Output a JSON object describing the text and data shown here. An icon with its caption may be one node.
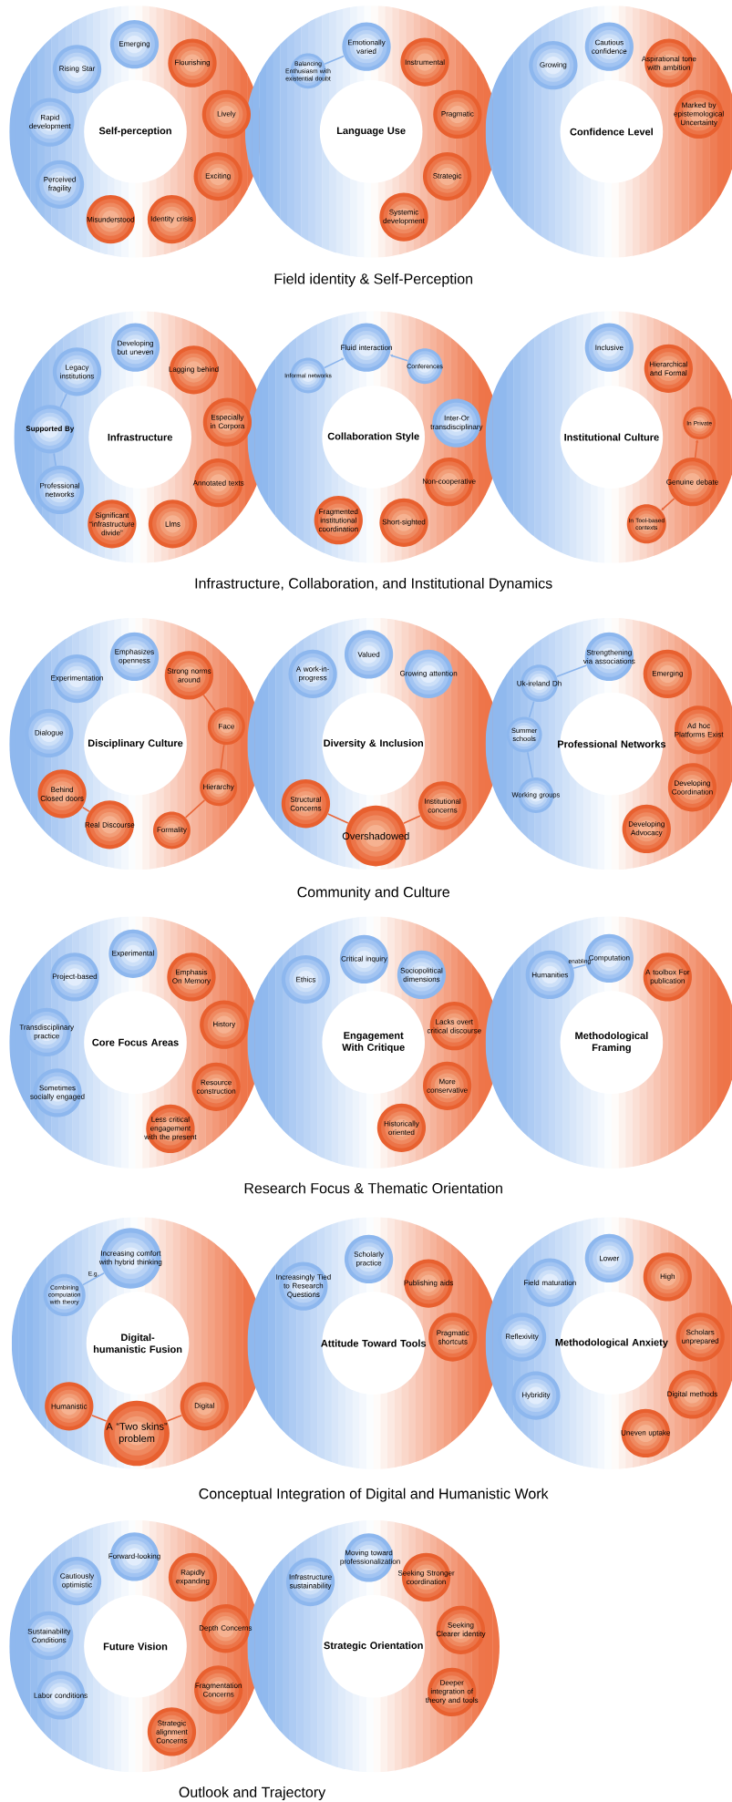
{
  "diagram": {
    "nodes": [
      {
        "text": [
          "Self-perception"
        ]
      },
      {
        "text": [
          "Emerging"
        ],
        "in": 0
      },
      {
        "text": [
          "Flourishing"
        ],
        "in": 0
      },
      {
        "text": [
          "Rising Star"
        ],
        "in": 0
      },
      {
        "text": [
          "Lively"
        ],
        "in": 0
      },
      {
        "text": [
          "Rapid development"
        ],
        "in": 0
      },
      {
        "text": [
          "Exciting"
        ],
        "in": 0
      },
      {
        "text": [
          "Perceived fragility"
        ],
        "in": 0
      },
      {
        "text": [
          "Misunderstood"
        ],
        "in": 0
      },
      {
        "text": [
          "Identity crisis"
        ],
        "in": 0
      },
      {
        "text": [
          "Language Use"
        ]
      },
      {
        "text": [
          "Balancing Enthusiasm with existential doubt"
        ],
        "in": 10
      },
      {
        "text": [
          "Emotionally varied"
        ],
        "in": 10
      },
      {
        "text": [
          "Instrumental"
        ],
        "in": 10
      },
      {
        "text": [
          "Pragmatic"
        ],
        "in": 10
      },
      {
        "text": [
          "Strategic"
        ],
        "in": 10
      },
      {
        "text": [
          "Systemic development"
        ],
        "in": 10
      },
      {
        "text": [
          "Confidence Level"
        ]
      },
      {
        "text": [
          "Cautious confidence"
        ],
        "in": 17
      },
      {
        "text": [
          "Growing"
        ],
        "in": 17
      },
      {
        "text": [
          "Aspirational tone with ambition"
        ],
        "in": 17
      },
      {
        "text": [
          "Marked by epistemological Uncertainty"
        ],
        "in": 17
      },
      {
        "text": [
          "Infrastructure"
        ]
      },
      {
        "text": [
          "Developing but uneven"
        ],
        "in": 22
      },
      {
        "text": [
          "Legacy institutions"
        ],
        "in": 22
      },
      {
        "text": [
          "Lagging behind"
        ],
        "in": 22
      },
      {
        "text": [
          "Especially in Corpora"
        ],
        "in": 22
      },
      {
        "text": [
          "Supported By"
        ],
        "in": 22
      },
      {
        "text": [
          "Annotated texts"
        ],
        "in": 22
      },
      {
        "text": [
          "Professional networks"
        ],
        "in": 22
      },
      {
        "text": [
          "Significant “infrastructure divide”"
        ],
        "in": 22
      },
      {
        "text": [
          "Llms"
        ],
        "in": 22
      },
      {
        "text": [
          "Collaboration Style"
        ]
      },
      {
        "text": [
          "Fluid interaction"
        ],
        "in": 32
      },
      {
        "text": [
          "Informal networks"
        ],
        "in": 32
      },
      {
        "text": [
          "Conferences"
        ],
        "in": 32
      },
      {
        "text": [
          "Inter-Or transdisciplinary"
        ],
        "in": 32
      },
      {
        "text": [
          "Non-cooperative"
        ],
        "in": 32
      },
      {
        "text": [
          "Fragmented institutional coordination"
        ],
        "in": 32
      },
      {
        "text": [
          "Short-sighted"
        ],
        "in": 32
      },
      {
        "text": [
          "Institutional Culture"
        ]
      },
      {
        "text": [
          "Inclusive"
        ],
        "in": 40
      },
      {
        "text": [
          "Hierarchical and Formal"
        ],
        "in": 40
      },
      {
        "text": [
          "In Private"
        ],
        "in": 40
      },
      {
        "text": [
          "Genuine debate"
        ],
        "in": 40
      },
      {
        "text": [
          "In Tool-based contexts"
        ],
        "in": 40
      },
      {
        "text": [
          "Disciplinary Culture"
        ]
      },
      {
        "text": [
          "Emphasizes openness"
        ],
        "in": 46
      },
      {
        "text": [
          "Experimentation"
        ],
        "in": 46
      },
      {
        "text": [
          "Strong norms around"
        ],
        "in": 46
      },
      {
        "text": [
          "Face"
        ],
        "in": 46
      },
      {
        "text": [
          "Dialogue"
        ],
        "in": 46
      },
      {
        "text": [
          "Hierarchy"
        ],
        "in": 46
      },
      {
        "text": [
          "Behind Closed doors"
        ],
        "in": 46
      },
      {
        "text": [
          "Real Discourse"
        ],
        "in": 46
      },
      {
        "text": [
          "Formality"
        ],
        "in": 46
      },
      {
        "text": [
          "Diversity & Inclusion"
        ]
      },
      {
        "text": [
          "A work-in-progress"
        ],
        "in": 56
      },
      {
        "text": [
          "Valued"
        ],
        "in": 56
      },
      {
        "text": [
          "Growing attention"
        ],
        "in": 56
      },
      {
        "text": [
          "Structural Concerns"
        ],
        "in": 56
      },
      {
        "text": [
          "Institutional concerns"
        ],
        "in": 56
      },
      {
        "text": [
          "Overshadowed"
        ],
        "in": 56
      },
      {
        "text": [
          "Professional Networks"
        ]
      },
      {
        "text": [
          "Strengthening via associations"
        ],
        "in": 63
      },
      {
        "text": [
          "Uk-ireland Dh"
        ],
        "in": 63
      },
      {
        "text": [
          "Emerging"
        ],
        "in": 63
      },
      {
        "text": [
          "Ad hoc Platforms Exist"
        ],
        "in": 63
      },
      {
        "text": [
          "Summer schools"
        ],
        "in": 63
      },
      {
        "text": [
          "Developing Coordination"
        ],
        "in": 63
      },
      {
        "text": [
          "Working groups"
        ],
        "in": 63
      },
      {
        "text": [
          "Developing Advocacy"
        ],
        "in": 63
      },
      {
        "text": [
          "Core Focus Areas"
        ]
      },
      {
        "text": [
          "Experimental"
        ],
        "in": 72
      },
      {
        "text": [
          "Emphasis On Memory"
        ],
        "in": 72
      },
      {
        "text": [
          "Project-based"
        ],
        "in": 72
      },
      {
        "text": [
          "History"
        ],
        "in": 72
      },
      {
        "text": [
          "Transdisciplinary practice"
        ],
        "in": 72
      },
      {
        "text": [
          "Resource construction"
        ],
        "in": 72
      },
      {
        "text": [
          "Sometimes socially engaged"
        ],
        "in": 72
      },
      {
        "text": [
          "Less critical engagement with the present"
        ],
        "in": 72
      },
      {
        "text": [
          "Engagement With Critique"
        ]
      },
      {
        "text": [
          "Critical inquiry"
        ],
        "in": 81
      },
      {
        "text": [
          "Ethics"
        ],
        "in": 81
      },
      {
        "text": [
          "Sociopolitical dimensions"
        ],
        "in": 81
      },
      {
        "text": [
          "Lacks overt critical discourse"
        ],
        "in": 81
      },
      {
        "text": [
          "More conservative"
        ],
        "in": 81
      },
      {
        "text": [
          "Historically oriented"
        ],
        "in": 81
      },
      {
        "text": [
          "Methodological Framing"
        ]
      },
      {
        "text": [
          "Humanities"
        ],
        "in": 88
      },
      {
        "text": [
          "Computation"
        ],
        "in": 88
      },
      {
        "text": [
          "A toolbox For publication"
        ],
        "in": 88
      },
      {
        "text": [
          "Digital-humanistic Fusion"
        ]
      },
      {
        "text": [
          "Increasing comfort with hybrid thinking"
        ],
        "in": 92
      },
      {
        "text": [
          "Combining computation with theory"
        ],
        "in": 92
      },
      {
        "text": [
          "Humanistic"
        ],
        "in": 92
      },
      {
        "text": [
          "A “Two skins” problem"
        ],
        "in": 92
      },
      {
        "text": [
          "Digital"
        ],
        "in": 92
      },
      {
        "text": [
          "Attitude Toward Tools"
        ]
      },
      {
        "text": [
          "Scholarly practice"
        ],
        "in": 98
      },
      {
        "text": [
          "Increasingly Tied to Research Questions"
        ],
        "in": 98
      },
      {
        "text": [
          "Publishing aids"
        ],
        "in": 98
      },
      {
        "text": [
          "Pragmatic shortcuts"
        ],
        "in": 98
      },
      {
        "text": [
          "Methodological Anxiety"
        ]
      },
      {
        "text": [
          "Lower"
        ],
        "in": 103
      },
      {
        "text": [
          "Field maturation"
        ],
        "in": 103
      },
      {
        "text": [
          "High"
        ],
        "in": 103
      },
      {
        "text": [
          "Reflexivity"
        ],
        "in": 103
      },
      {
        "text": [
          "Scholars unprepared"
        ],
        "in": 103
      },
      {
        "text": [
          "Hybridity"
        ],
        "in": 103
      },
      {
        "text": [
          "Digital methods"
        ],
        "in": 103
      },
      {
        "text": [
          "Uneven uptake"
        ],
        "in": 103
      },
      {
        "text": [
          "Future Vision"
        ]
      },
      {
        "text": [
          "Forward-looking"
        ],
        "in": 112
      },
      {
        "text": [
          "Cautiously optimistic"
        ],
        "in": 112
      },
      {
        "text": [
          "Rapidly expanding"
        ],
        "in": 112
      },
      {
        "text": [
          "Sustainability Conditions"
        ],
        "in": 112
      },
      {
        "text": [
          "Depth Concerns"
        ],
        "in": 112
      },
      {
        "text": [
          "Labor conditions"
        ],
        "in": 112
      },
      {
        "text": [
          "Fragmentation Concerns"
        ],
        "in": 112
      },
      {
        "text": [
          "Strategic alignment Concerns"
        ],
        "in": 112
      },
      {
        "text": [
          "Strategic Orientation"
        ]
      },
      {
        "text": [
          "Moving toward professionalization"
        ],
        "in": 121
      },
      {
        "text": [
          "Infrastructure sustainability"
        ],
        "in": 121
      },
      {
        "text": [
          "Seeking Stronger coordination"
        ],
        "in": 121
      },
      {
        "text": [
          "Seeking Clearer identity"
        ],
        "in": 121
      },
      {
        "text": [
          "Deeper integration of theory and tools"
        ],
        "in": 121
      }
    ],
    "edges": [
      {
        "from": 11,
        "to": 12,
        "arrow": "none",
        "color": "#8ab4ec"
      },
      {
        "from": 24,
        "to": 27,
        "arrow": "none",
        "color": "#8ab4ec"
      },
      {
        "from": 27,
        "to": 29,
        "arrow": "none",
        "color": "#8ab4ec"
      },
      {
        "from": 34,
        "to": 33,
        "arrow": "to",
        "color": "#8ab4ec"
      },
      {
        "from": 35,
        "to": 33,
        "arrow": "to",
        "color": "#8ab4ec"
      },
      {
        "from": 44,
        "to": 43,
        "arrow": "to",
        "color": "#e8673a"
      },
      {
        "from": 44,
        "to": 45,
        "arrow": "to",
        "color": "#e8673a"
      },
      {
        "from": 49,
        "to": 50,
        "arrow": "none",
        "color": "#e8673a"
      },
      {
        "from": 50,
        "to": 52,
        "arrow": "none",
        "color": "#e8673a"
      },
      {
        "from": 52,
        "to": 55,
        "arrow": "none",
        "color": "#e8673a"
      },
      {
        "from": 53,
        "to": 54,
        "arrow": "none",
        "color": "#e8673a"
      },
      {
        "from": 60,
        "to": 62,
        "arrow": "none",
        "color": "#e8673a"
      },
      {
        "from": 62,
        "to": 61,
        "arrow": "none",
        "color": "#e8673a"
      },
      {
        "from": 64,
        "to": 65,
        "arrow": "none",
        "color": "#8ab4ec"
      },
      {
        "from": 65,
        "to": 68,
        "arrow": "none",
        "color": "#8ab4ec"
      },
      {
        "from": 68,
        "to": 70,
        "arrow": "none",
        "color": "#8ab4ec"
      },
      {
        "from": 89,
        "to": 90,
        "arrow": "none",
        "label": "enabling",
        "color": "#8ab4ec"
      },
      {
        "from": 94,
        "to": 93,
        "arrow": "none",
        "label": "E.g.",
        "color": "#8ab4ec"
      },
      {
        "from": 95,
        "to": 96,
        "arrow": "none",
        "color": "#e8673a"
      },
      {
        "from": 96,
        "to": 97,
        "arrow": "none",
        "color": "#e8673a"
      }
    ],
    "labels": [
      "Field identity & Self-Perception",
      "Infrastructure, Collaboration, and Institutional Dynamics",
      "Community and Culture",
      "Research Focus & Thematic Orientation",
      "Conceptual Integration of Digital and Humanistic Work",
      "Outlook and Trajectory"
    ]
  }
}
